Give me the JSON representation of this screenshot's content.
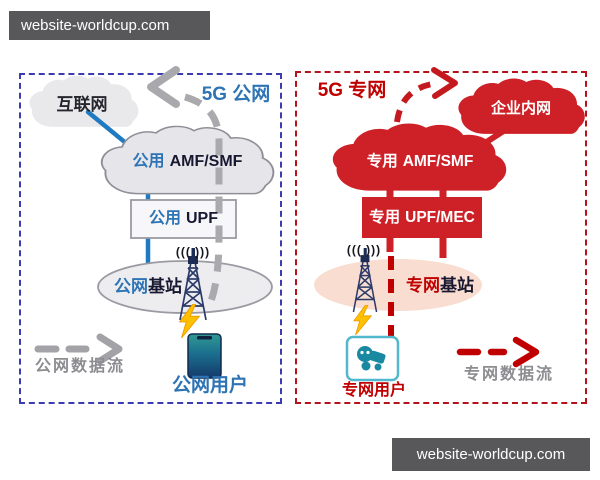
{
  "watermarks": {
    "top_left": "website-worldcup.com",
    "bottom_right": "website-worldcup.com"
  },
  "left_panel": {
    "title": "5G 公网",
    "internet_cloud_label": "互联网",
    "amf_smf_prefix": "公用",
    "amf_smf_name": "AMF/SMF",
    "upf_prefix": "公用",
    "upf_name": "UPF",
    "base_station_prefix": "公网",
    "base_station_name": "基站",
    "user_label": "公网用户",
    "flow_legend": "公网数据流"
  },
  "right_panel": {
    "title": "5G 专网",
    "enterprise_cloud_label": "企业内网",
    "amf_smf_prefix": "专用",
    "amf_smf_name": "AMF/SMF",
    "upf_mec_prefix": "专用",
    "upf_mec_name": "UPF/MEC",
    "base_station_prefix": "专网",
    "base_station_name": "基站",
    "user_label": "专网用户",
    "flow_legend": "专网数据流"
  },
  "icons": {
    "signal_glyph": "((( )))"
  },
  "colors": {
    "public_accent": "#2e74b5",
    "public_border": "#3b3bb2",
    "public_line": "#1e7ac2",
    "private_accent": "#c00000",
    "private_fill": "#ce2127",
    "private_border": "#b5131b",
    "flow_gray": "#a3a3a7",
    "cloud_gray": "#e7e7ea",
    "base_station_pink": "#f8ddd0",
    "lightning_yellow": "#ffc000",
    "device_teal": "#1889a0",
    "watermark_bg": "#58585a"
  }
}
